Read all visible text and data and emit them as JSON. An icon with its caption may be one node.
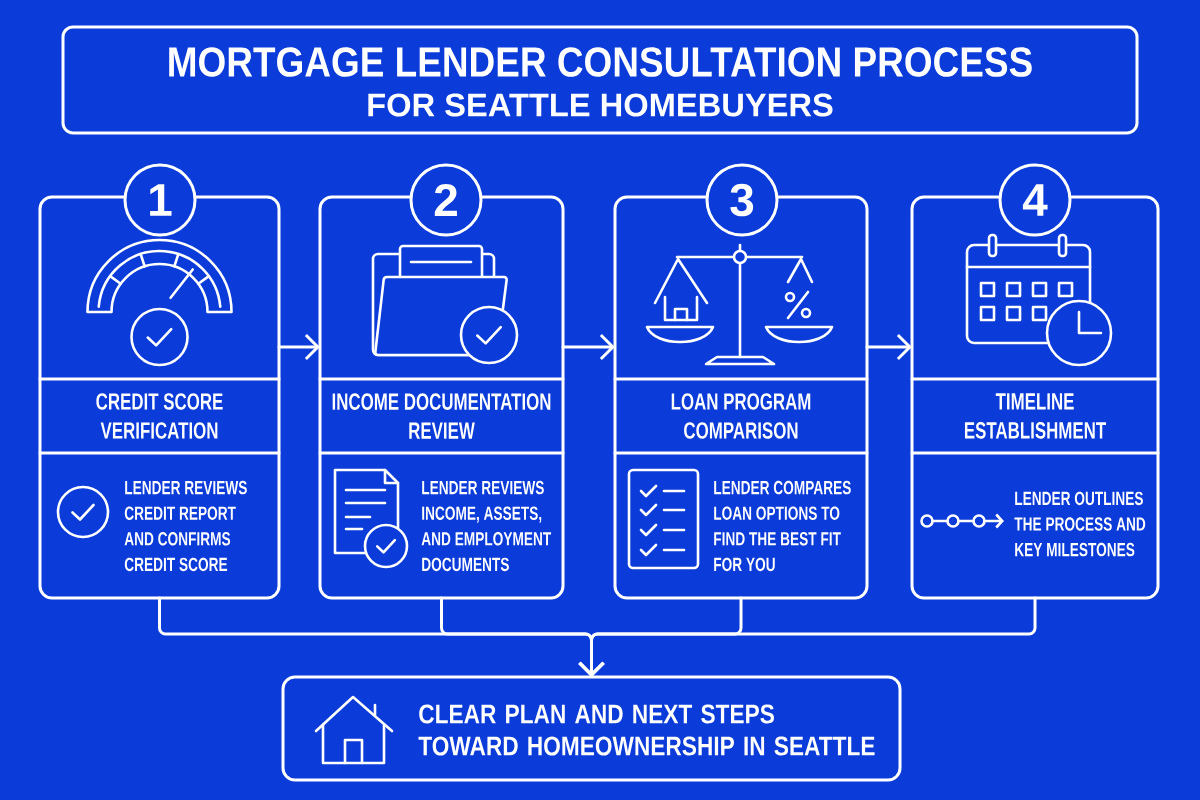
{
  "diagram": {
    "nodes": [
      {
        "text": [
          "MORTGAGE LENDER CONSULTATION PROCESS",
          "FOR SEATTLE HOMEBUYERS"
        ]
      },
      {
        "text": [
          "1"
        ]
      },
      {
        "text": [
          "CREDIT SCORE VERIFICATION",
          "LENDER REVIEWS CREDIT REPORT AND CONFIRMS CREDIT SCORE"
        ]
      },
      {
        "text": [
          "2"
        ]
      },
      {
        "text": [
          "INCOME DOCUMENTATION REVIEW",
          "LENDER REVIEWS INCOME, ASSETS, AND EMPLOYMENT DOCUMENTS"
        ]
      },
      {
        "text": [
          "3"
        ]
      },
      {
        "text": [
          "LOAN PROGRAM COMPARISON",
          "LENDER COMPARES LOAN OPTIONS TO FIND THE BEST FIT FOR YOU"
        ]
      },
      {
        "text": [
          "4"
        ]
      },
      {
        "text": [
          "TIMELINE ESTABLISHMENT",
          "LENDER OUTLINES THE PROCESS AND KEY MILESTONES"
        ]
      },
      {
        "text": [
          "CLEAR PLAN AND NEXT STEPS TOWARD HOMEOWNERSHIP IN SEATTLE"
        ]
      }
    ],
    "edges": [
      {
        "from": 2,
        "to": 4,
        "arrow": "to"
      },
      {
        "from": 4,
        "to": 6,
        "arrow": "to"
      },
      {
        "from": 6,
        "to": 8,
        "arrow": "to"
      },
      {
        "from": 2,
        "to": 9,
        "arrow": "to"
      },
      {
        "from": 4,
        "to": 9,
        "arrow": "to"
      },
      {
        "from": 6,
        "to": 9,
        "arrow": "to"
      },
      {
        "from": 8,
        "to": 9,
        "arrow": "to"
      }
    ]
  }
}
